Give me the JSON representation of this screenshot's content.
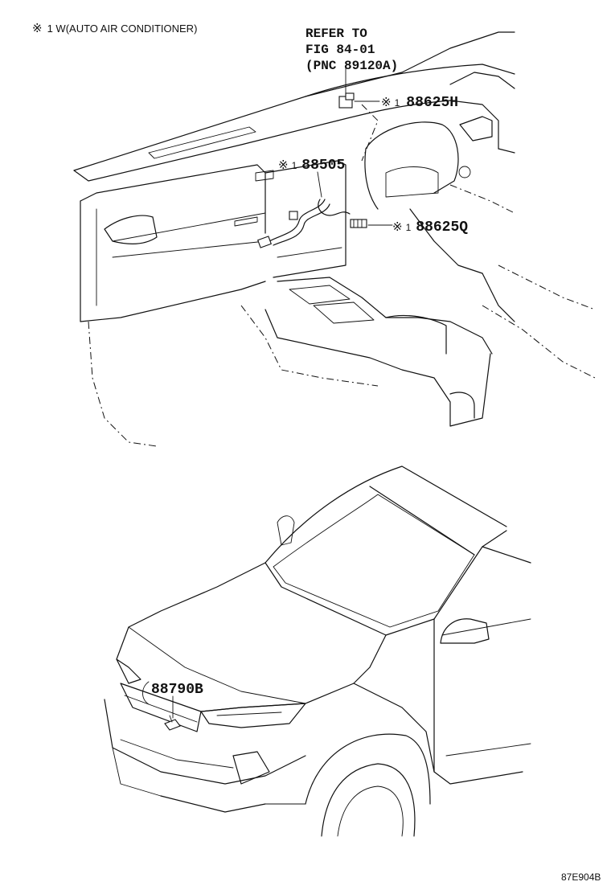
{
  "header_note": {
    "mark": "※",
    "text": "1 W(AUTO AIR CONDITIONER)"
  },
  "refer": {
    "line1": "REFER TO",
    "line2": "FIG 84-01",
    "line3": "(PNC 89120A)"
  },
  "callouts": {
    "c88625h": {
      "mark": "※",
      "num": "1",
      "label": "88625H"
    },
    "c88505": {
      "mark": "※",
      "num": "1",
      "label": "88505"
    },
    "c88625q": {
      "mark": "※",
      "num": "1",
      "label": "88625Q"
    },
    "c88790b": {
      "label": "88790B"
    }
  },
  "figure_code": "87E904B"
}
